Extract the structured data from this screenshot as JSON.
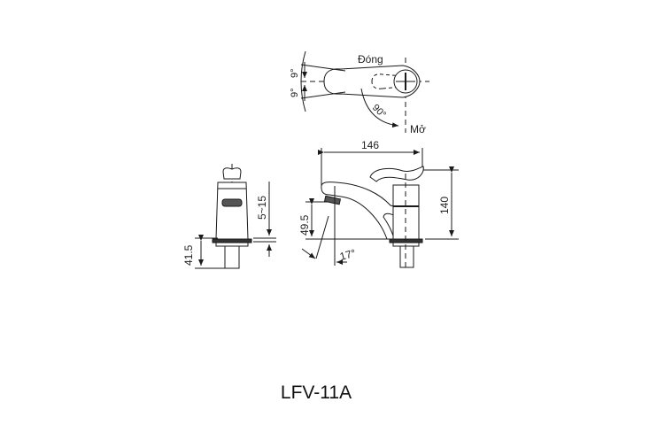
{
  "drawing": {
    "model": "LFV-11A",
    "top_view": {
      "label_closed": "Đóng",
      "label_open": "Mở",
      "angle_upper": "9°",
      "angle_lower": "9°",
      "rotation_angle": "90°"
    },
    "side_view": {
      "width_dim": "146",
      "height_dim": "140",
      "spout_height_dim": "49.5",
      "spout_angle": "17°"
    },
    "front_view": {
      "deck_thickness_dim": "5~15",
      "shank_dim": "41.5"
    },
    "colors": {
      "line": "#1a1a1a",
      "background": "#ffffff"
    }
  }
}
